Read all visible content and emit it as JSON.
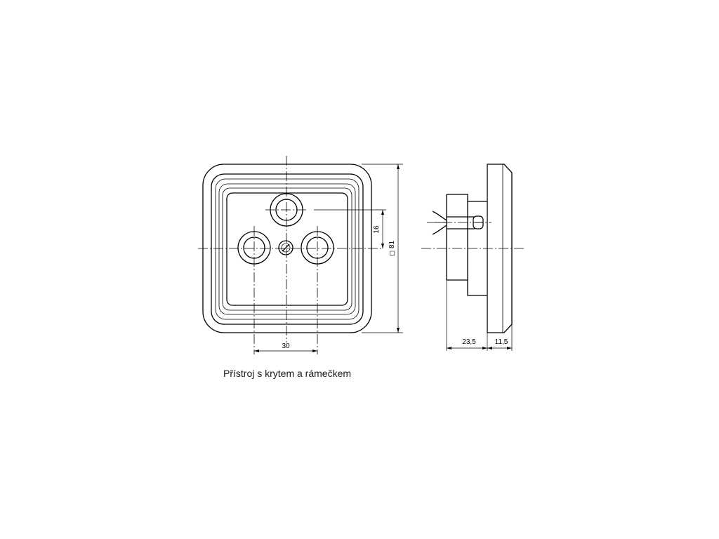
{
  "drawing": {
    "caption": "Přístroj s krytem a rámečkem",
    "front_view": {
      "dim_socket_spacing": "30",
      "dim_offset": "16",
      "dim_frame_size": "◻ 81"
    },
    "side_view": {
      "dim_depth": "23,5",
      "dim_cover": "11,5"
    }
  }
}
